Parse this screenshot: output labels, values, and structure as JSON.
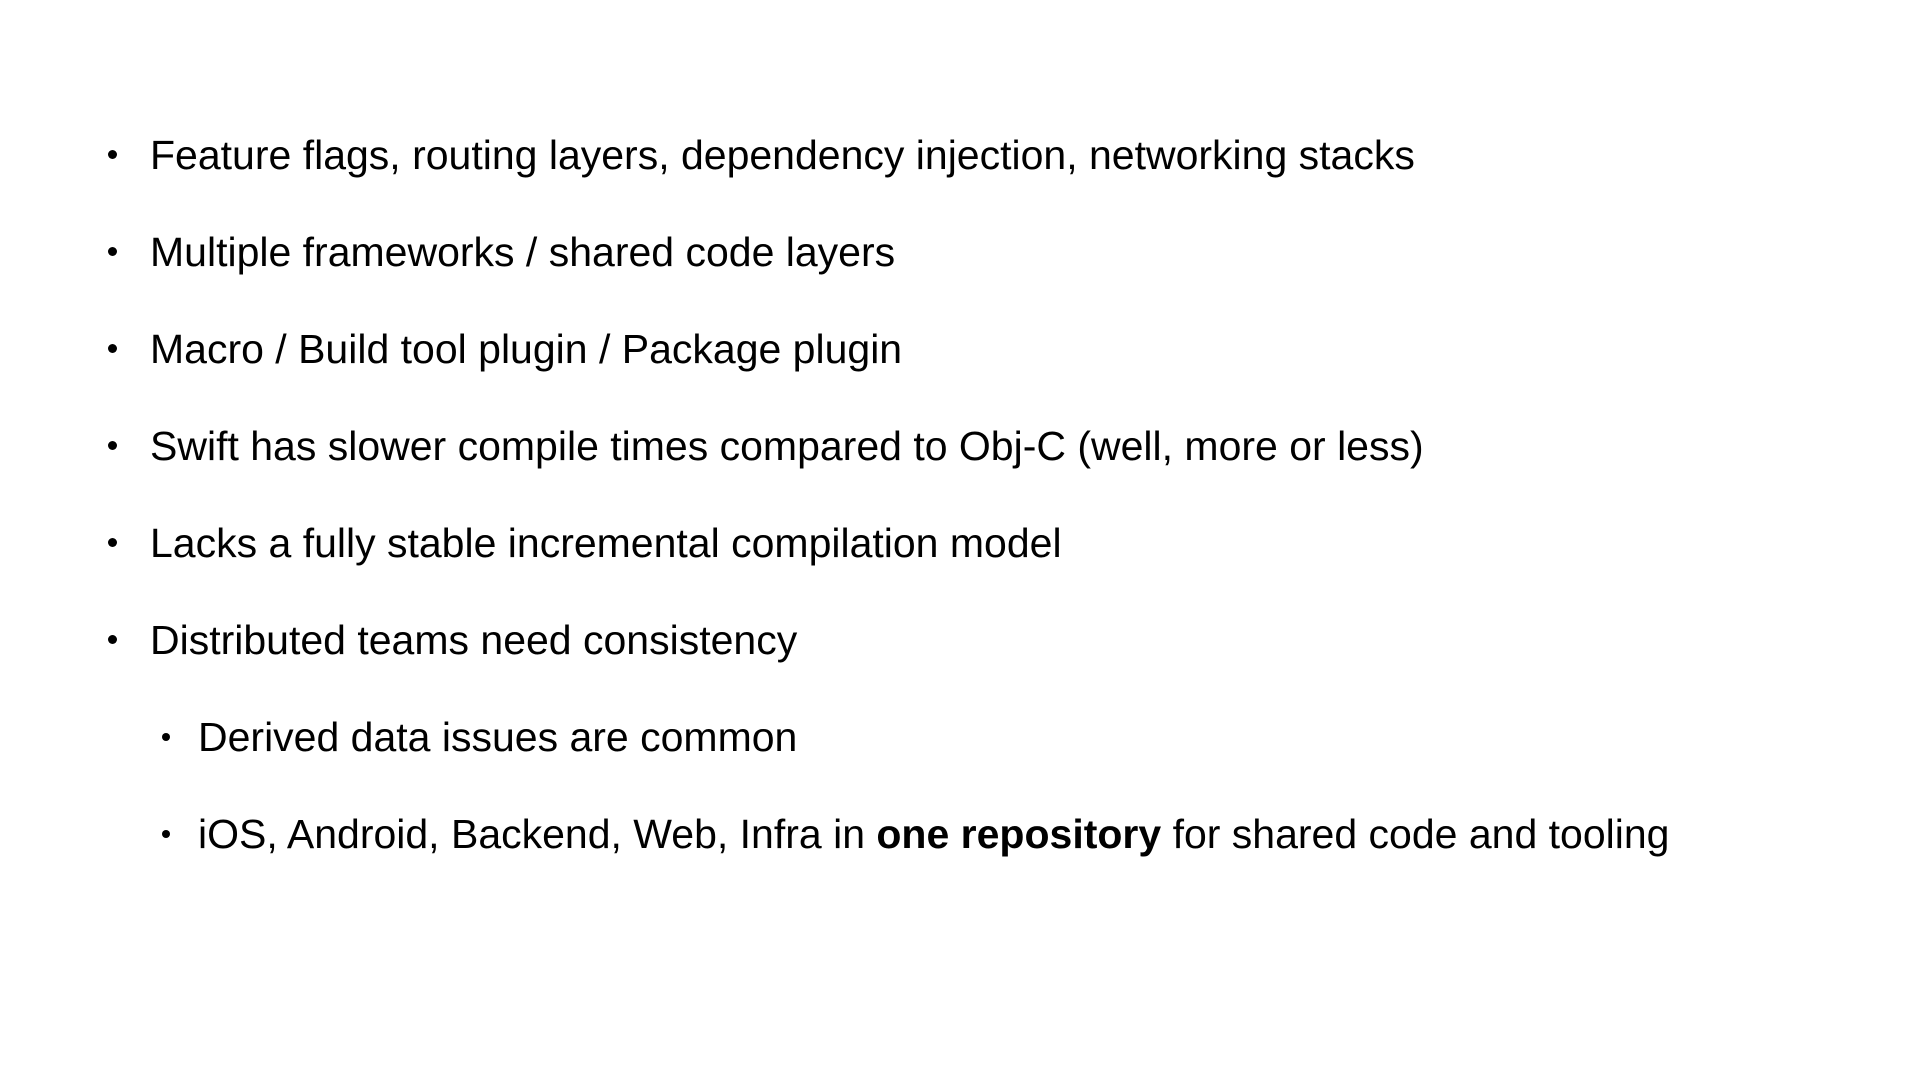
{
  "slide": {
    "background_color": "#ffffff",
    "text_color": "#000000",
    "bullets": [
      {
        "level": 1,
        "text": "Feature flags, routing layers, dependency injection, networking stacks"
      },
      {
        "level": 1,
        "text": "Multiple frameworks / shared code layers"
      },
      {
        "level": 1,
        "text": "Macro / Build tool plugin / Package plugin"
      },
      {
        "level": 1,
        "text": "Swift has slower compile times compared to Obj-C (well, more or less)"
      },
      {
        "level": 1,
        "text": "Lacks a fully stable incremental compilation model"
      },
      {
        "level": 1,
        "text": "Distributed teams need consistency"
      },
      {
        "level": 2,
        "text": "Derived data issues are common"
      },
      {
        "level": 2,
        "rich": {
          "pre": "iOS, Android, Backend, Web, Infra in ",
          "bold": "one repository",
          "post": " for shared code and tooling"
        }
      }
    ]
  }
}
